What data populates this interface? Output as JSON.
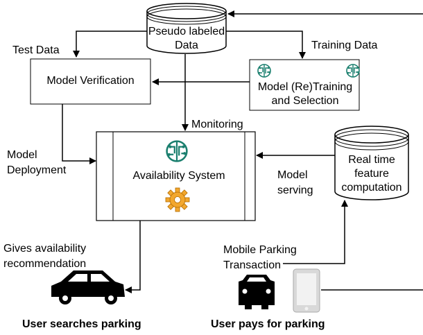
{
  "nodes": {
    "pseudo_labeled_data": "Pseudo labeled Data",
    "model_verification": "Model Verification",
    "model_retraining": "Model (Re)Training and Selection",
    "availability_system": "Availability System",
    "real_time_feature": "Real time feature computation"
  },
  "edge_labels": {
    "test_data": "Test Data",
    "training_data": "Training Data",
    "monitoring": "Monitoring",
    "model_deployment": "Model Deployment",
    "model_serving": "Model serving",
    "gives_availability": "Gives availability recommendation",
    "mobile_parking": "Mobile Parking Transaction"
  },
  "actors": {
    "user_searches": "User searches parking",
    "user_pays": "User pays for parking"
  },
  "colors": {
    "brain_icon": "#1a7f6e",
    "gear_icon": "#f2a72e",
    "phone_icon": "#d9d9d9",
    "line": "#000000"
  },
  "icons": [
    "brain-icon",
    "gear-icon",
    "car-side-icon",
    "car-front-icon",
    "smartphone-icon",
    "database-icon"
  ]
}
